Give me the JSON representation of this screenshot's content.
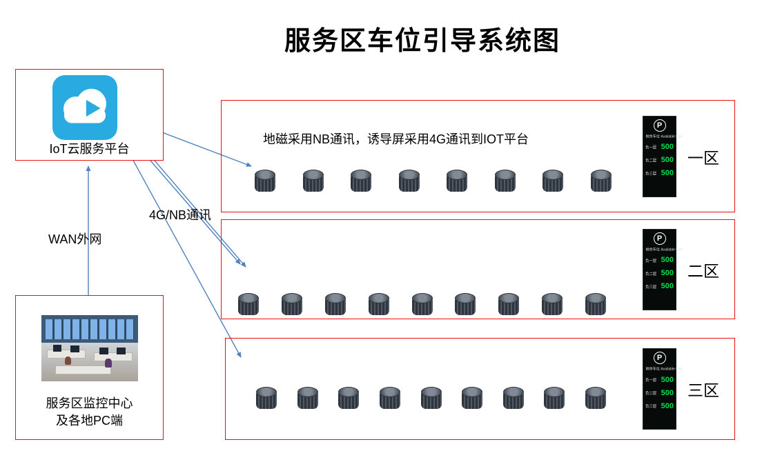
{
  "title": "服务区车位引导系统图",
  "cloud_platform": {
    "label": "IoT云服务平台"
  },
  "connections": {
    "wan_label": "WAN外网",
    "comm_label": "4G/NB通讯"
  },
  "comm_note": "地磁采用NB通讯，诱导屏采用4G通讯到IOT平台",
  "monitoring_center": {
    "label_line1": "服务区监控中心",
    "label_line2": "及各地PC端"
  },
  "zones": [
    {
      "name": "一区",
      "sensor_count": 8,
      "board": {
        "logo": "P",
        "header_cn": "剩余车位",
        "header_en": "Available Lots",
        "rows": [
          {
            "label": "负一层",
            "value": "500"
          },
          {
            "label": "负二层",
            "value": "500"
          },
          {
            "label": "负三层",
            "value": "500"
          }
        ]
      }
    },
    {
      "name": "二区",
      "sensor_count": 9,
      "board": {
        "logo": "P",
        "header_cn": "剩余车位",
        "header_en": "Available Lots",
        "rows": [
          {
            "label": "负一层",
            "value": "500"
          },
          {
            "label": "负二层",
            "value": "500"
          },
          {
            "label": "负三层",
            "value": "500"
          }
        ]
      }
    },
    {
      "name": "三区",
      "sensor_count": 9,
      "board": {
        "logo": "P",
        "header_cn": "剩余车位",
        "header_en": "Available Lots",
        "rows": [
          {
            "label": "负一层",
            "value": "500"
          },
          {
            "label": "负二层",
            "value": "500"
          },
          {
            "label": "负三层",
            "value": "500"
          }
        ]
      }
    }
  ],
  "colors": {
    "box_red": "#e8110f",
    "arrow_blue": "#4f81bd",
    "cloud_blue": "#29abe2",
    "board_green": "#00e04a"
  }
}
